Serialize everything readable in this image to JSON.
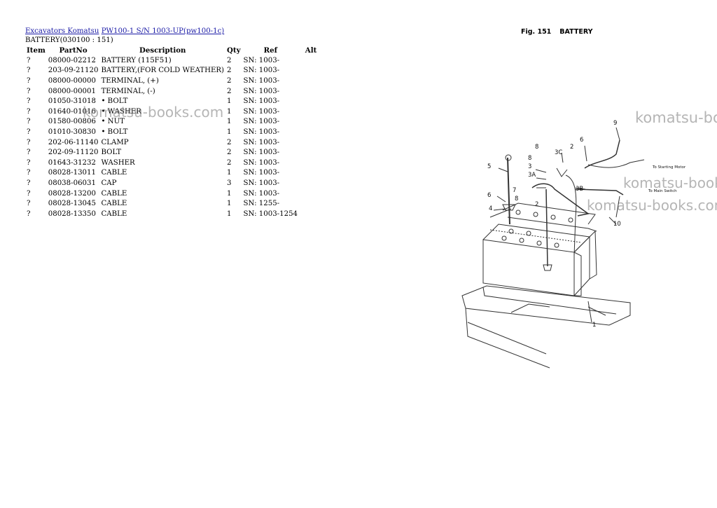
{
  "breadcrumb": {
    "link1": "Excavators Komatsu",
    "link2": "PW100-1 S/N 1003-UP(pw100-1c)"
  },
  "section_title": "BATTERY(030100 : 151)",
  "table": {
    "headers": [
      "Item",
      "PartNo",
      "Description",
      "Qty",
      "Ref",
      "Alt"
    ],
    "rows": [
      {
        "item": "?",
        "part": "08000-02212",
        "desc": "BATTERY (115F51)",
        "qty": "2",
        "ref": "SN: 1003-",
        "alt": ""
      },
      {
        "item": "?",
        "part": "203-09-21120",
        "desc": "BATTERY,(FOR COLD WEATHER)",
        "qty": "2",
        "ref": "SN: 1003-",
        "alt": ""
      },
      {
        "item": "?",
        "part": "08000-00000",
        "desc": "TERMINAL, (+)",
        "qty": "2",
        "ref": "SN: 1003-",
        "alt": ""
      },
      {
        "item": "?",
        "part": "08000-00001",
        "desc": "TERMINAL, (-)",
        "qty": "2",
        "ref": "SN: 1003-",
        "alt": ""
      },
      {
        "item": "?",
        "part": "01050-31018",
        "desc": "• BOLT",
        "qty": "1",
        "ref": "SN: 1003-",
        "alt": ""
      },
      {
        "item": "?",
        "part": "01640-01016",
        "desc": "• WASHER",
        "qty": "1",
        "ref": "SN: 1003-",
        "alt": ""
      },
      {
        "item": "?",
        "part": "01580-00806",
        "desc": "• NUT",
        "qty": "1",
        "ref": "SN: 1003-",
        "alt": ""
      },
      {
        "item": "?",
        "part": "01010-30830",
        "desc": "• BOLT",
        "qty": "1",
        "ref": "SN: 1003-",
        "alt": ""
      },
      {
        "item": "?",
        "part": "202-06-11140",
        "desc": "CLAMP",
        "qty": "2",
        "ref": "SN: 1003-",
        "alt": ""
      },
      {
        "item": "?",
        "part": "202-09-11120",
        "desc": "BOLT",
        "qty": "2",
        "ref": "SN: 1003-",
        "alt": ""
      },
      {
        "item": "?",
        "part": "01643-31232",
        "desc": "WASHER",
        "qty": "2",
        "ref": "SN: 1003-",
        "alt": ""
      },
      {
        "item": "?",
        "part": "08028-13011",
        "desc": "CABLE",
        "qty": "1",
        "ref": "SN: 1003-",
        "alt": ""
      },
      {
        "item": "?",
        "part": "08038-06031",
        "desc": "CAP",
        "qty": "3",
        "ref": "SN: 1003-",
        "alt": ""
      },
      {
        "item": "?",
        "part": "08028-13200",
        "desc": "CABLE",
        "qty": "1",
        "ref": "SN: 1003-",
        "alt": ""
      },
      {
        "item": "?",
        "part": "08028-13045",
        "desc": "CABLE",
        "qty": "1",
        "ref": "SN: 1255-",
        "alt": ""
      },
      {
        "item": "?",
        "part": "08028-13350",
        "desc": "CABLE",
        "qty": "1",
        "ref": "SN: 1003-1254",
        "alt": ""
      }
    ]
  },
  "watermark": "komatsu-books.com",
  "figure": {
    "fig_label": "Fig. 151",
    "fig_name": "BATTERY",
    "callouts": {
      "c1": "1",
      "c2a": "2",
      "c2b": "2",
      "c3": "3",
      "c3a": "3A",
      "c3b": "3B",
      "c3c": "3C",
      "c4": "4",
      "c5": "5",
      "c6a": "6",
      "c6b": "6",
      "c7": "7",
      "c8a": "8",
      "c8b": "8",
      "c8c": "8",
      "c9": "9",
      "c10": "10"
    },
    "note1": "To Starting Motor",
    "note2": "To Main Switch"
  }
}
